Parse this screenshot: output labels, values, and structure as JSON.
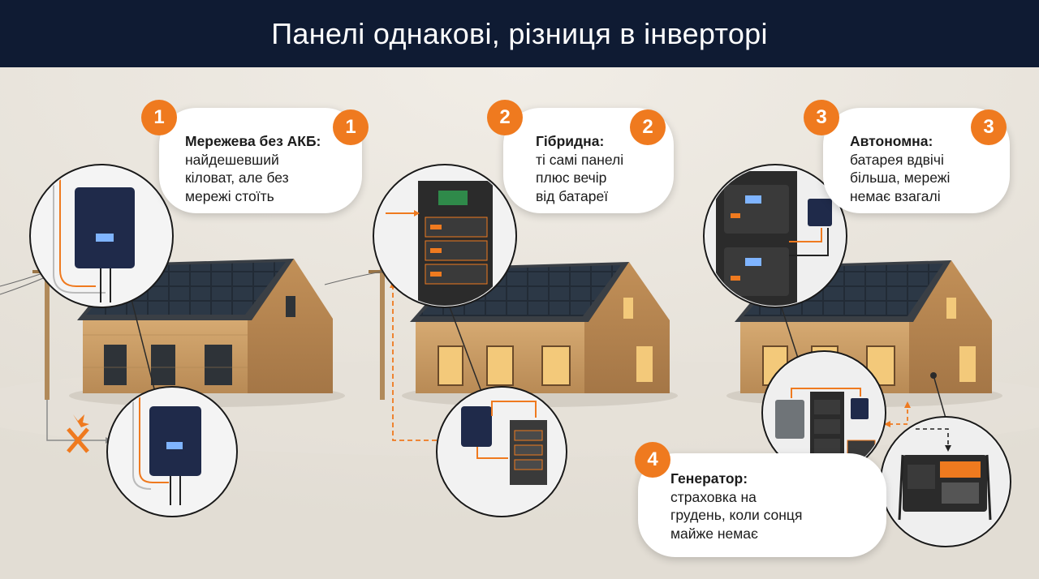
{
  "header": {
    "title": "Панелі однакові, різниця в інверторі"
  },
  "panels": [
    {
      "number": "1",
      "title": "Мережева без АКБ:",
      "lines": [
        "найдешевший",
        "кіловат, але без",
        "мережі стоїть"
      ]
    },
    {
      "number": "2",
      "title": "Гібридна:",
      "lines": [
        "ті самі панелі",
        "плюс вечір",
        "від батареї"
      ]
    },
    {
      "number": "3",
      "title": "Автономна:",
      "lines": [
        "батарея вдвічі",
        "більша, мережі",
        "немає взагалі"
      ]
    },
    {
      "number": "4",
      "title": "Генератор:",
      "lines": [
        "страховка на",
        "грудень, коли сонця",
        "майже немає"
      ]
    }
  ],
  "colors": {
    "header_bg": "#0f1b33",
    "accent": "#ef7a1f",
    "background": "#ece7df",
    "wood": "#c89a63",
    "panel": "#1f2833",
    "inverter": "#1f2a4a"
  }
}
